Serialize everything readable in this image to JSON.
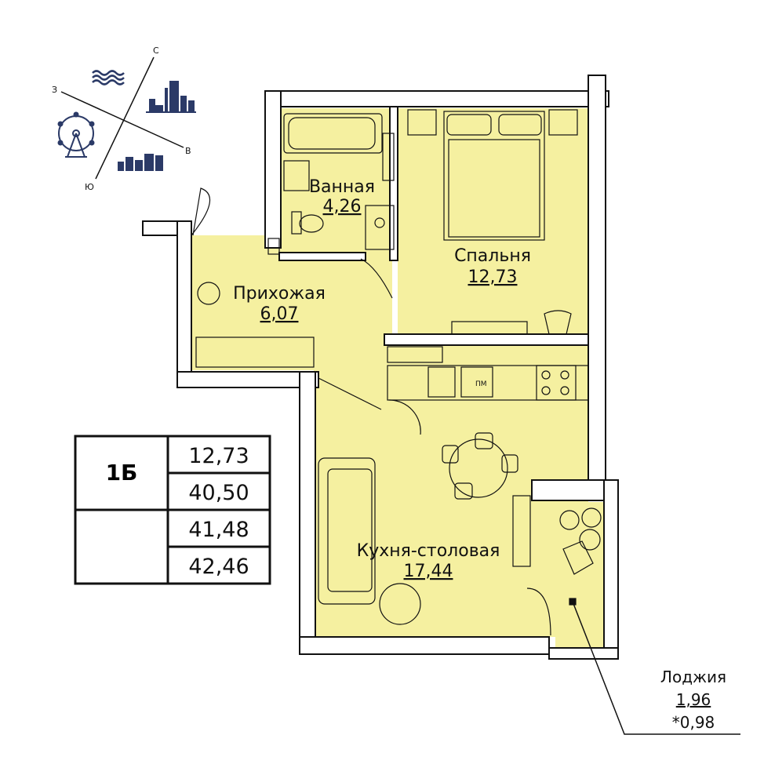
{
  "compass": {
    "north": "С",
    "south": "Ю",
    "west": "З",
    "east": "В"
  },
  "rooms": {
    "bathroom": {
      "name": "Ванная",
      "area": "4,26"
    },
    "bedroom": {
      "name": "Спальня",
      "area": "12,73"
    },
    "hallway": {
      "name": "Прихожая",
      "area": "6,07"
    },
    "kitchen": {
      "name": "Кухня-столовая",
      "area": "17,44"
    },
    "loggia": {
      "name": "Лоджия",
      "area": "1,96",
      "reduced_area": "*0,98"
    }
  },
  "appliance_label": "ПМ",
  "summary_table": {
    "type": "1Б",
    "living_area": "12,73",
    "total_area": "40,50",
    "area_with_loggia_reduced": "41,48",
    "area_with_loggia_full": "42,46"
  },
  "colors": {
    "floor": "#f5f0a0",
    "wall": "#ffffff",
    "line": "#111111",
    "icon": "#2b3a67"
  }
}
